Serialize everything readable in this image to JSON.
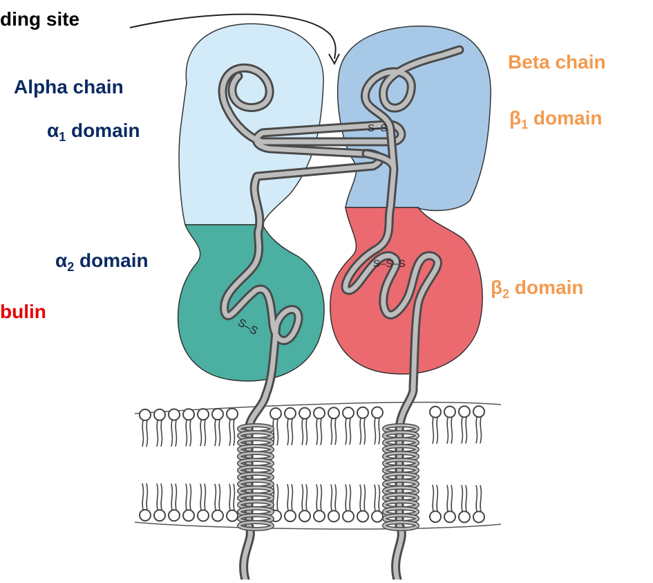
{
  "labels": {
    "binding_site": "ding site",
    "alpha_chain": "Alpha chain",
    "alpha1_prefix": "α",
    "alpha1_sub": "1",
    "alpha1_suffix": " domain",
    "alpha2_prefix": "α",
    "alpha2_sub": "2",
    "alpha2_suffix": " domain",
    "globulin": "bulin",
    "beta_chain": "Beta chain",
    "beta1_prefix": "β",
    "beta1_sub": "1",
    "beta1_suffix": " domain",
    "beta2_prefix": "β",
    "beta2_sub": "2",
    "beta2_suffix": " domain"
  },
  "disulfide": {
    "alpha": "S–S",
    "beta1": "S–S",
    "beta2": "S–S–S"
  },
  "colors": {
    "alpha1_domain": "#d3ebf9",
    "beta1_domain": "#a7c9e7",
    "alpha2_domain": "#4bafa2",
    "beta2_domain": "#ea6a70",
    "chain_stroke": "#555555",
    "chain_fill": "#bdbdbd",
    "label_dark": "#0b2a63",
    "label_orange": "#f39a4f",
    "label_red": "#e60000"
  }
}
